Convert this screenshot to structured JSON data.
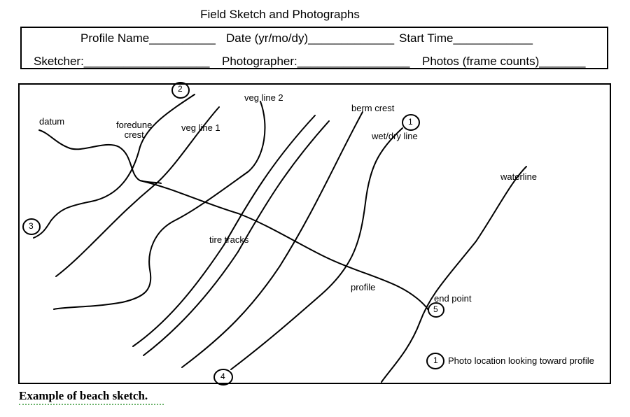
{
  "page_title": "Field Sketch and Photographs",
  "form": {
    "row1": {
      "profile_name": "Profile Name__________",
      "date": "Date (yr/mo/dy)_____________",
      "start_time": "Start Time____________"
    },
    "row2": {
      "sketcher": "Sketcher:___________________",
      "photographer": "Photographer:_________________",
      "photos": "Photos (frame counts)_______"
    }
  },
  "sketch": {
    "labels": {
      "datum": "datum",
      "foredune_crest": "foredune\ncrest",
      "veg_line_1": "veg line 1",
      "veg_line_2": "veg line 2",
      "berm_crest": "berm crest",
      "wet_dry_line": "wet/dry line",
      "waterline": "waterline",
      "tire_tracks": "tire tracks",
      "profile": "profile",
      "end_point": "end point"
    },
    "photo_markers": [
      "1",
      "2",
      "3",
      "4",
      "5"
    ],
    "legend": {
      "marker": "1",
      "text": "Photo location looking toward profile"
    }
  },
  "caption": "Example of beach sketch."
}
